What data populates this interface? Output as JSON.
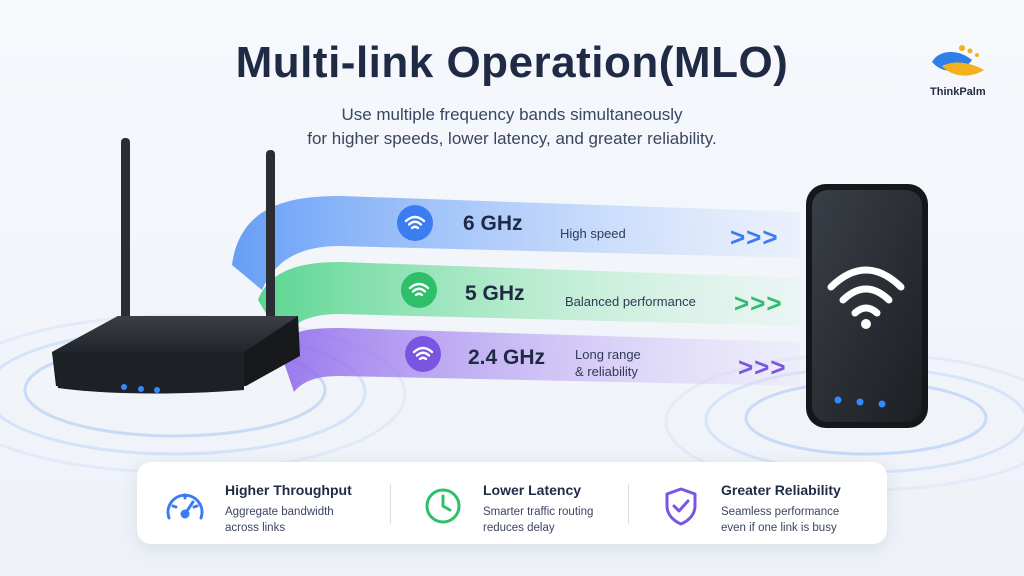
{
  "header": {
    "title": "Multi-link Operation(MLO)",
    "subtitle_line1": "Use multiple frequency bands simultaneously",
    "subtitle_line2": "for higher speeds, lower latency, and greater reliability."
  },
  "brand": {
    "name": "ThinkPalm"
  },
  "bands": [
    {
      "freq": "6 GHz",
      "desc_line1": "High speed",
      "desc_line2": "",
      "color": "#3b7df0",
      "icon": "wifi-icon"
    },
    {
      "freq": "5 GHz",
      "desc_line1": "Balanced performance",
      "desc_line2": "",
      "color": "#2fbf6a",
      "icon": "wifi-icon"
    },
    {
      "freq": "2.4 GHz",
      "desc_line1": "Long range",
      "desc_line2": "& reliability",
      "color": "#7a55e0",
      "icon": "wifi-icon"
    }
  ],
  "chevrons": ">>>",
  "features": [
    {
      "title": "Higher Throughput",
      "desc_line1": "Aggregate bandwidth",
      "desc_line2": "across links",
      "icon": "speedometer-icon",
      "color": "#3b7df0"
    },
    {
      "title": "Lower Latency",
      "desc_line1": "Smarter traffic routing",
      "desc_line2": "reduces delay",
      "icon": "clock-icon",
      "color": "#2fbf6a"
    },
    {
      "title": "Greater Reliability",
      "desc_line1": "Seamless performance",
      "desc_line2": "even if one link is busy",
      "icon": "shield-check-icon",
      "color": "#7a55e0"
    }
  ],
  "colors": {
    "title": "#1f2a44",
    "router": "#2a2d33",
    "phone": "#2b2e34",
    "led": "#2f8cff"
  }
}
